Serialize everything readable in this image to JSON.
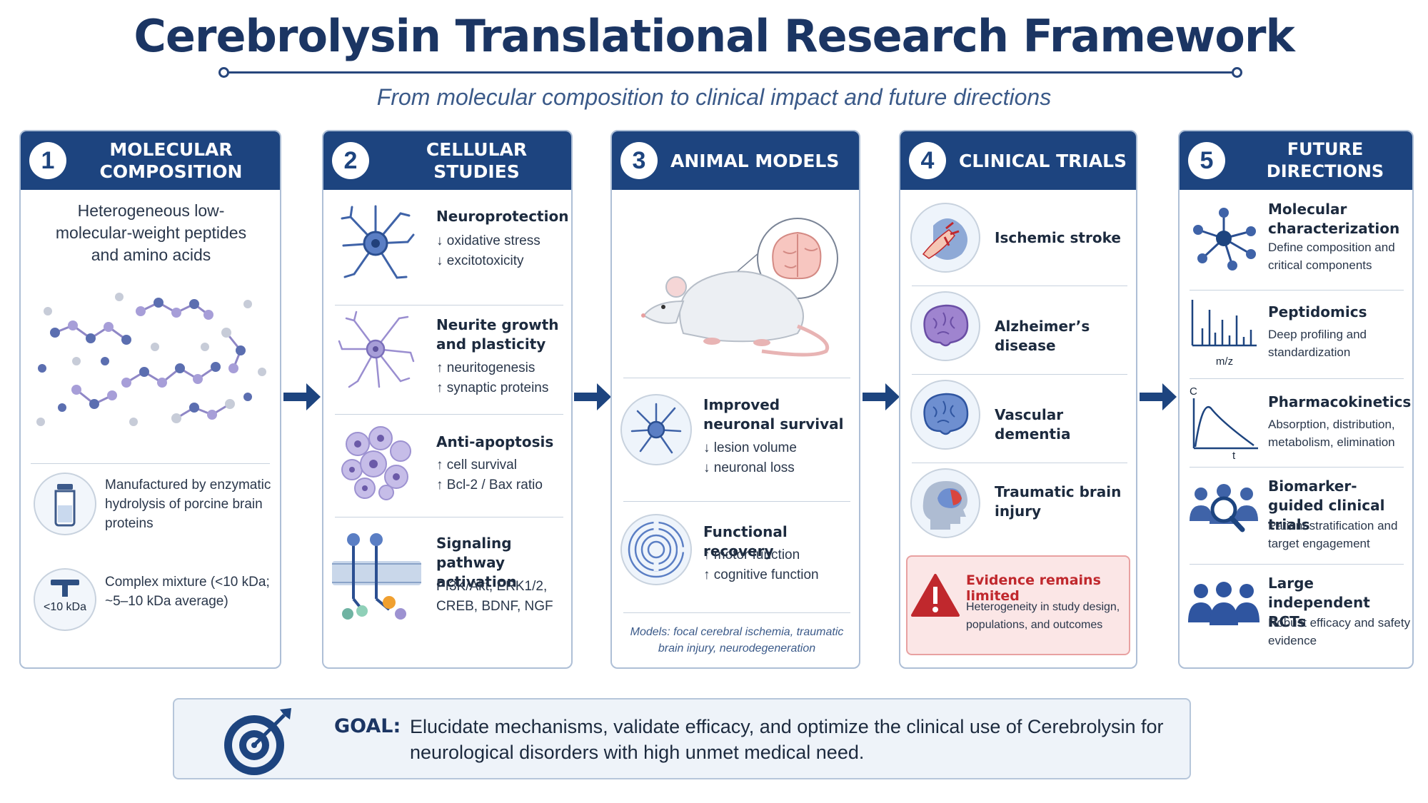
{
  "title": "Cerebrolysin Translational Research Framework",
  "subtitle": "From molecular composition to clinical impact and future directions",
  "columns": [
    {
      "number": "1",
      "title_line1": "MOLECULAR",
      "title_line2": "COMPOSITION",
      "description": "Heterogeneous low-molecular-weight peptides and amino acids",
      "facts": [
        {
          "text": "Manufactured by enzymatic hydrolysis of porcine brain proteins",
          "icon": "vial-icon"
        },
        {
          "text": "Complex mixture (<10 kDa; ~5–10 kDa average)",
          "icon": "scale-icon",
          "icon_label": "<10 kDa"
        }
      ]
    },
    {
      "number": "2",
      "title": "CELLULAR STUDIES",
      "items": [
        {
          "title": "Neuroprotection",
          "lines": [
            "↓ oxidative stress",
            "↓ excitotoxicity"
          ],
          "icon": "neuron-icon"
        },
        {
          "title": "Neurite growth and plasticity",
          "lines": [
            "↑ neuritogenesis",
            "↑ synaptic proteins"
          ],
          "icon": "neurite-icon"
        },
        {
          "title": "Anti-apoptosis",
          "lines": [
            "↑ cell survival",
            "↑ Bcl-2 / Bax ratio"
          ],
          "icon": "cells-icon"
        },
        {
          "title": "Signaling pathway activation",
          "lines": [
            "PI3K/Akt, ERK1/2,",
            "CREB, BDNF, NGF"
          ],
          "icon": "receptor-icon"
        }
      ]
    },
    {
      "number": "3",
      "title": "ANIMAL MODELS",
      "items": [
        {
          "title": "Improved neuronal survival",
          "lines": [
            "↓ lesion volume",
            "↓ neuronal loss"
          ],
          "icon": "neuron-icon"
        },
        {
          "title": "Functional recovery",
          "lines": [
            "↑ motor function",
            "↑ cognitive function"
          ],
          "icon": "maze-icon"
        }
      ],
      "models_note": "Models: focal cerebral ischemia, traumatic brain injury, neurodegeneration"
    },
    {
      "number": "4",
      "title": "CLINICAL TRIALS",
      "items": [
        {
          "title": "Ischemic stroke",
          "icon": "stroke-icon"
        },
        {
          "title": "Alzheimer’s disease",
          "icon": "brain-icon"
        },
        {
          "title": "Vascular dementia",
          "icon": "brain-icon"
        },
        {
          "title": "Traumatic brain injury",
          "icon": "head-icon"
        }
      ],
      "warning": {
        "title": "Evidence remains limited",
        "text": "Heterogeneity in study design, populations, and outcomes"
      }
    },
    {
      "number": "5",
      "title": "FUTURE DIRECTIONS",
      "items": [
        {
          "title": "Molecular characterization",
          "text": "Define composition and critical components",
          "icon": "molecule-icon"
        },
        {
          "title": "Peptidomics",
          "text": "Deep profiling and standardization",
          "icon": "spectrum-icon",
          "axis_label": "m/z"
        },
        {
          "title": "Pharmacokinetics",
          "text": "Absorption, distribution, metabolism, elimination",
          "icon": "pk-curve-icon",
          "axis_c": "C",
          "axis_t": "t"
        },
        {
          "title": "Biomarker-guided clinical trials",
          "text": "Patient stratification and target engagement",
          "icon": "people-search-icon"
        },
        {
          "title": "Large independent RCTs",
          "text": "Robust efficacy and safety evidence",
          "icon": "group-icon"
        }
      ]
    }
  ],
  "goal": {
    "label": "GOAL:",
    "text": "Elucidate mechanisms, validate efficacy, and optimize the clinical use of Cerebrolysin for neurological disorders with high unmet medical need."
  },
  "colors": {
    "navy": "#1d447f",
    "light_border": "#aebfd6",
    "warning_red": "#c0282d"
  }
}
